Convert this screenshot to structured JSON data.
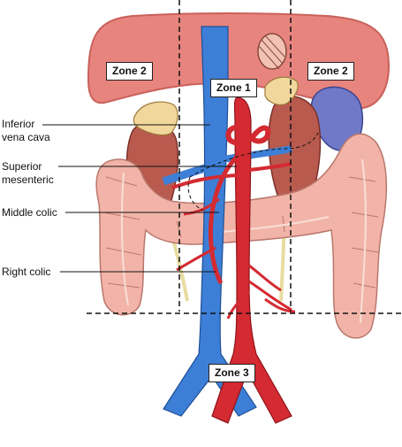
{
  "diagram": {
    "zone_labels": {
      "zone1": "Zone 1",
      "zone2_left": "Zone 2",
      "zone2_right": "Zone 2",
      "zone3": "Zone 3"
    },
    "annotations": {
      "ivc_line1": "Inferior",
      "ivc_line2": "vena cava",
      "sma_line1": "Superior",
      "sma_line2": "mesenteric",
      "middle_colic": "Middle colic",
      "right_colic": "Right colic"
    },
    "colors": {
      "liver": "#e8847e",
      "liver_edge": "#c9605a",
      "kidney": "#b85a4e",
      "spleen": "#6f79c8",
      "adrenal": "#f2d79c",
      "colon": "#f2b4a8",
      "colon_edge": "#b8776c",
      "vein": "#3d7fd6",
      "artery": "#d42a31",
      "dashed_line": "#111111"
    }
  }
}
